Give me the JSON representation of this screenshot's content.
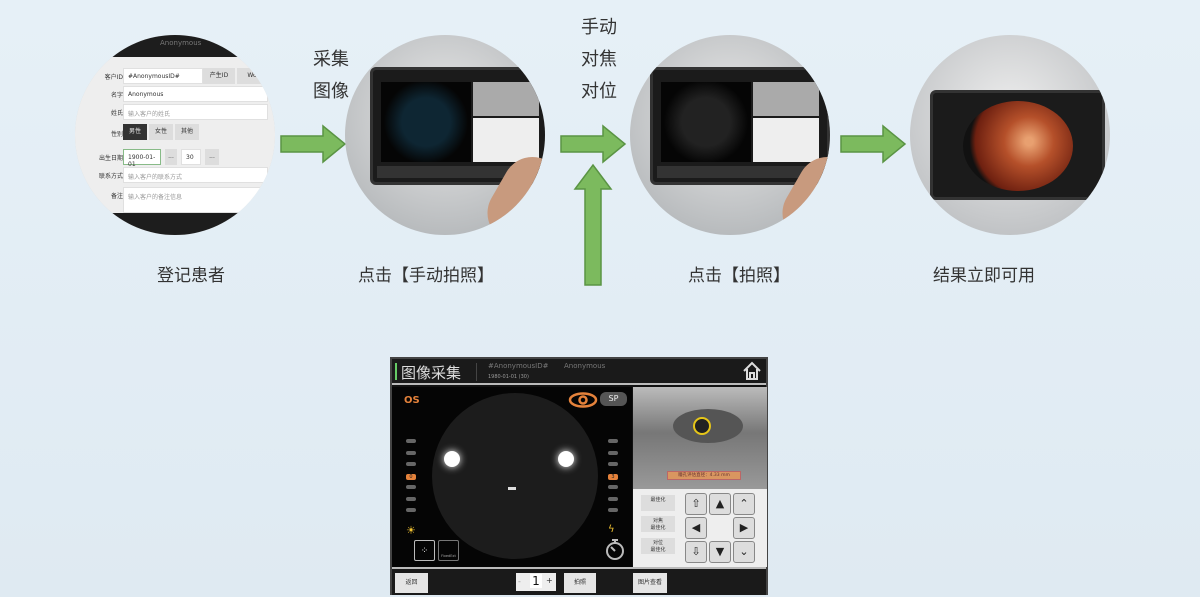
{
  "steps": [
    {
      "label": "登记患者"
    },
    {
      "label": "点击【手动拍照】",
      "side_label": [
        "采集",
        "图像"
      ]
    },
    {
      "label": "点击【拍照】",
      "side_label": [
        "手动",
        "对焦",
        "对位"
      ]
    },
    {
      "label": "结果立即可用"
    }
  ],
  "register_form": {
    "header_name": "Anonymous",
    "fields": [
      {
        "key": "客户ID",
        "value": "#AnonymousID#"
      },
      {
        "key": "名字",
        "value": "Anonymous"
      },
      {
        "key": "姓氏",
        "placeholder": "输入客户的姓氏"
      },
      {
        "key": "性别"
      },
      {
        "key": "出生日期",
        "value": "1900-01-01"
      },
      {
        "key": "联系方式",
        "placeholder": "输入客户的联系方式"
      },
      {
        "key": "备注",
        "placeholder": "输入客户的备注信息"
      }
    ],
    "id_buttons": [
      "产生ID",
      "Wo"
    ],
    "gender_options": [
      "男性",
      "女性",
      "其他"
    ],
    "age": "30",
    "ellipsis": "..."
  },
  "capture_screen": {
    "title": "图像采集",
    "patient_id": "#AnonymousID#",
    "patient_name": "Anonymous",
    "birth": "1980-01-01 (30)",
    "eye": "OS",
    "mode_badge": "SP",
    "left_level": "0",
    "right_level": "3",
    "fixation_label": "FixedExt",
    "pupil_readout": "瞳孔评估直径：4.33 mm",
    "options": [
      "最佳化",
      "对焦\n最佳化",
      "对位\n最佳化"
    ],
    "footer": {
      "back": "返回",
      "count": "1",
      "minus": "-",
      "plus": "+",
      "capture": "拍照",
      "gallery": "图片查看"
    }
  },
  "colors": {
    "arrow": "#7cba5e",
    "accent": "#e5823b"
  }
}
